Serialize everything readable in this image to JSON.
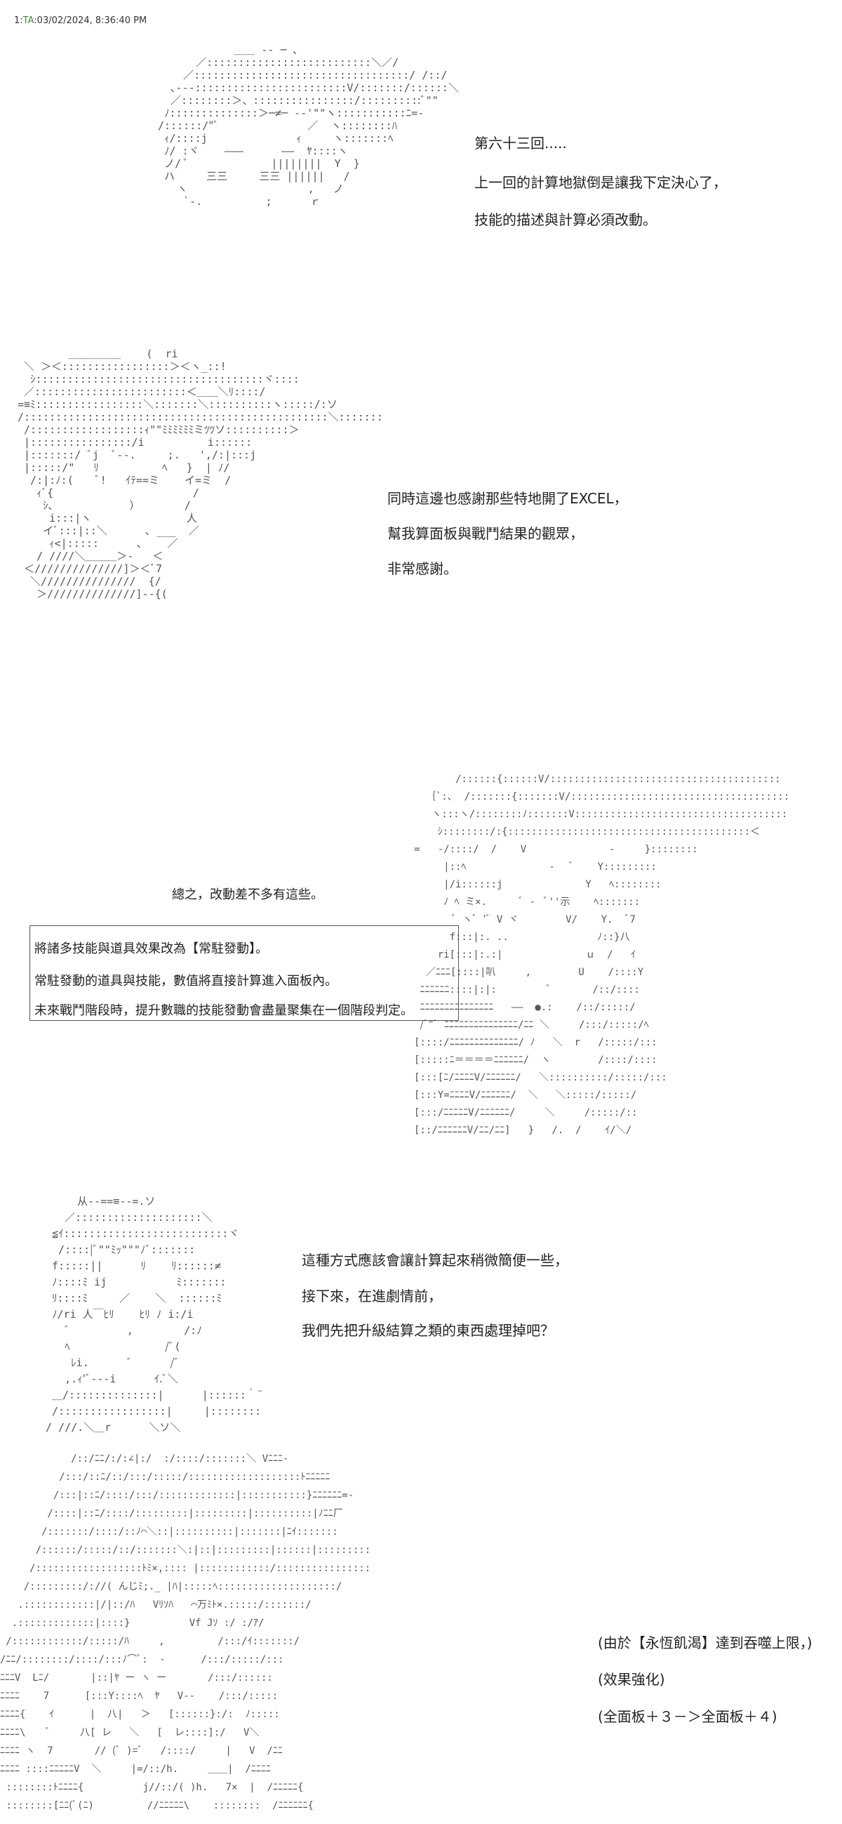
{
  "header": {
    "index": "1",
    "user": "TA",
    "timestamp": "03/02/2024, 8:36:40 PM"
  },
  "section1": {
    "lines": [
      "第六十三回.....",
      "上一回的計算地獄倒是讓我下定決心了，",
      "技能的描述與計算必須改動。"
    ]
  },
  "section2": {
    "lines": [
      "同時這邊也感謝那些特地開了EXCEL，",
      "幫我算面板與戰鬥結果的觀眾，",
      "非常感謝。"
    ]
  },
  "section3": {
    "summary": "總之，改動差不多有這些。",
    "box_lines": [
      "將諸多技能與道具效果改為【常駐發動】。",
      "常駐發動的道具與技能，數值將直接計算進入面板內。",
      "未來戰鬥階段時，提升數職的技能發動會盡量聚集在一個階段判定。"
    ]
  },
  "section4": {
    "lines": [
      "這種方式應該會讓計算起來稍微簡便一些，",
      "接下來，在進劇情前，",
      "我們先把升級結算之類的東西處理掉吧？"
    ]
  },
  "section5": {
    "lines": [
      "(由於【永恆飢渴】達到吞噬上限，)",
      "(效果強化)",
      "(全面板＋３－＞全面板＋４)"
    ]
  },
  "art": {
    "a1": "            ＿＿ -- ─ ､\n      ／::::::::::::::::::::::::::＼／/\n    ／::::::::::::::::::::::::::::::::::/ /::/\n  ､-‐-::::::::::::::::::::::::V/:::::::/::::::＼\n  ／::::::::＞、::::::::::::::::/::::::::::ﾞ\"\"\n ﾉ::::::::::::::＞─≠─ -‐'\"\"ヽ:::::::::::ﾆ=-\n/::::::/\"ﾞ              ／  ヽ::::::::ﾊ\n ｨ/::::j              ｨ     ヽ:::::::ﾍ\n ﾉ/ :ヾ    ―――      ――  ﾔ::::ヽ\n ノ/ ﾞ             ||||||||  Y  }\n ハ     三三     三三 ||||||   /\n   ヽ                   ,   ノ\n    `-.          ;      ｒ",
    "a2": "        ＿＿＿＿＿    (  ri\n ＼ ＞＜:::::::::::::::::＞＜ヽ_::!\n  ｼ::::::::::::::::::::::::::::::::::::ヾ::::\n ／::::::::::::::::::::::::＜＿＿＼ﾘ::::/\n=≡ﾐ:::::::::::::::::＼:::::::＼::::::::::ヽ:::::/:ソ\n/::::::::::::::::::::::::::::::::::::::::::::::::＼:::::::\n /::::::::::::::::::ｨ\"\"ﾐﾐﾐﾐﾐﾐミﾂﾂソ::::::::::＞\n |::::::::::::::::/i          i::::::\n |:::::::/ ﾞj  ﾞ--.     ;.   ',/:|:::j\n |:::::/\"   ﾘ          ﾍ   }  | ﾉ/\n  /:|:ﾉ:(    ﾞ!   ｲﾃ==ミ    イ=ミ  /\n   ｨﾞ{                      /\n    ｼ､            ）       /\n     i:::|ヽ               人\n    イﾞ:::|::＼      ､ ___  ／\n     ｨ<|:::::      ､    ／\n   / ////＼＿＿＿＞-   ＜\n ＜//////////////]＞＜ﾞ7\n  ＼///////////////  {/\n   ＞//////////////]--{(",
    "a3": "       /::::::{::::::V/:::::::::::::::::::::::::::::::::::::::\n  ｛`:､  /:::::::{:::::::V/:::::::::::::::::::::::::::::::::::::\n   ヽ:::ヽ/::::::::ﾉ:::::::V::::::::::::::::::::::::::::::::::::\n    ｼ::::::::/:{:::::::::::::::::::::::::::::::::::::::::＜\n=   -/::::/  /    V              -     }::::::::\n     |::ﾍ              -   ﾞ    Y:::::::::\n     |/i::::::j              Y   ﾍ::::::::\n     ﾉ ﾍ ミ×.      ﾞ -  ﾞ''示    ﾍ:::::::\n       ﾞ ヽﾞ 'ﾞ V ヾ        V/    Y.  ﾞ7\n      f:::|:. ..               ﾉ::}八\n    ri[:::|:.:|              ｕ  /   ｲ\n  ／ﾆﾆﾆ[::::|叭     ,        U    /::::Y\n ﾆﾆﾆﾆﾆﾆ::::|:|:         ﾞ       /::/::::\n ﾆﾆﾆﾆﾆﾆﾆﾆﾆﾆﾆﾆﾆﾆﾆ   ――  ●.:    /::/:::::/\n /ﾞ\"ﾞ ﾆﾆﾆﾆﾆﾆﾆﾆﾆﾆﾆﾆﾆﾆﾆ/ﾆﾆ ＼     /:::/:::::/ﾍ\n[::::/ﾆﾆﾆﾆﾆﾆﾆﾆﾆﾆﾆﾆﾆﾆ/ ﾉ   ＼  r   /:::::/:::\n[:::::ﾆ＝＝＝＝ﾆﾆﾆﾆﾆﾆ/  ヽ        /::::/::::\n[:::[ﾆ/ﾆﾆﾆﾆV/ﾆﾆﾆﾆﾆﾆ/   ＼::::::::::/:::::/:::\n[:::Y=ﾆﾆﾆﾆV/ﾆﾆﾆﾆﾆﾆ/  ＼   ＼:::::/:::::/\n[:::/ﾆﾆﾆﾆﾆV/ﾆﾆﾆﾆﾆﾆ/     ＼     /:::::/::\n[::/ﾆﾆﾆﾆﾆﾆV/ﾆﾆ/ﾆﾆ]   }   /.  /    ｲ/＼/",
    "a4": "     从--==≡--=.ソ\n   ／::::::::::::::::::::＼\n ≦ｲ::::::::::::::::::::::::::ヾ\n  /::::|ﾞ\"\"ﾐｯ\"\"\"ﾉﾞ:::::::\n f:::::||      ﾘ    ﾘ::::::≠\n ﾉ::::ﾐ ij           ﾐ:::::::\n ﾘ::::ﾐ     ／    ＼  ::::::ﾐ\n ﾉ/ri 人￣ﾋﾘ    ﾋﾘ ﾉ i:/i\n   ﾞ         ,        /:ﾉ\n   ﾍ               /ﾞ(\n    ﾚi.      ﾞ      /ﾞ\n   ,.ｨ'ﾞ---i      ｲ.ﾞ＼\n ＿/::::::::::::::|      |::::::｀¨\n /:::::::::::::::::|     |::::::::\n/ ///.＼＿r      ＼ソ＼",
    "a5": "            /::/ﾆﾆ/:/:∠|:/  :/::::/:::::::＼ Vﾆﾆﾆ-\n          /:::/::ﾆ/::/:::/:::::/:::::::::::::::::::ﾄﾆﾆﾆﾆﾆ\n         /:::|::ﾆ/::::/:::/:::::::::::::|:::::::::::}ﾆﾆﾆﾆﾆﾆ=-\n        /::::|::ﾆ/::::/:::::::::|:::::::::|::::::::::|ﾉﾆﾆ厂\n       /:::::::/::::/::ﾉ⌒＼::|::::::::::|:::::::|ﾆｲ:::::::\n      /::::::/:::::/::/:::::::＼:|::|:::::::::|::::::|:::::::::\n     /::::::::::::::::::ﾄﾐ×,:::: |::::::::::::/::::::::::::::::\n    /:::::::::/://( んじﾐ;._ |ﾊ|:::::ﾍ::::::::::::::::::::/\n   .::::::::::::|/|::/ﾊ   Vﾘｿﾊ   ⌒万ﾐﾄ×.:::::/:::::::/\n  .:::::::::::::|::::}          Vf Jｿ :/ :/ｱ/\n /::::::::::::/:::::/ﾊ     ,         /:::/ｲ:::::::/\n/ﾆﾆ/::::::::/::::/:::ﾉ⌒ﾞ:  -      /:::/:::::/:::\nﾆﾆﾆV  Lﾆ/       |::|ﾔ ー ヽ ー       /:::/::::::\nﾆﾆﾆﾆ    7      [:::Y::::ﾍ  ﾔ   V--    /:::/:::::\nﾆﾆﾆﾆ{    ｲ      |  八|   ＞   [::::::}:/:  ﾉ:::::\nﾆﾆﾆﾆ\\    ﾞ     八[ レ   ＼   [  レ::::]:/   V＼\nﾆﾆﾆﾆ ヽ  7       // (ﾞ )=ﾞ   /::::/     |   V  /ﾆﾆ \nﾆﾆﾆﾆ ::::ﾆﾆﾆﾆﾆV  ＼     |=/::/h.     ＿＿|  /ﾆﾆﾆﾆ\n ::::::::ﾄﾆﾆﾆﾆ{          j//::/( )h.   7×  |  /ﾆﾆﾆﾆﾆ{\n ::::::::[ﾆﾆ(ﾞ(ﾆ)         //ﾆﾆﾆﾆﾆ\\    ::::::::  /ﾆﾆﾆﾆﾆﾆ{"
  }
}
